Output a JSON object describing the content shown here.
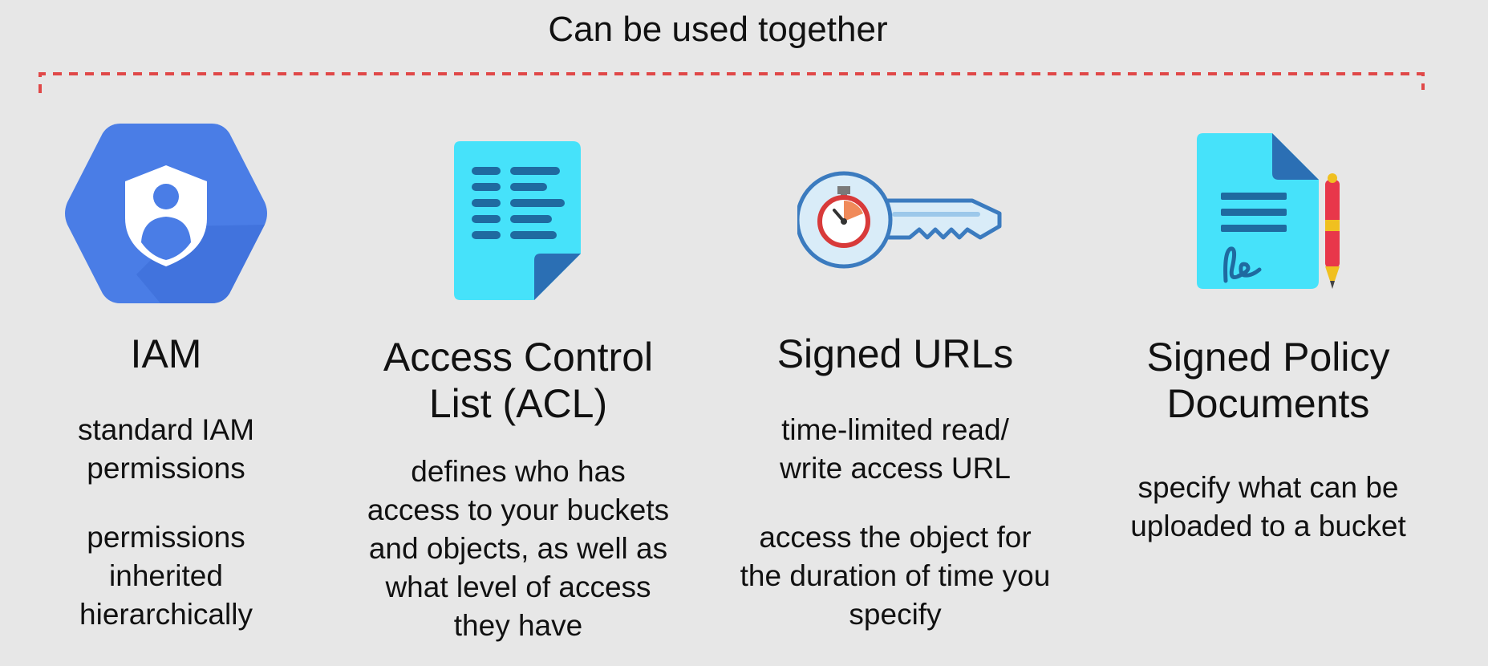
{
  "header": {
    "title": "Can be used together"
  },
  "colors": {
    "bracket": "#e04848",
    "iam_hex": "#4a7de6",
    "doc_cyan": "#46e2fa",
    "doc_dark": "#2b6fb4",
    "pen_red": "#e8374a",
    "pen_yellow": "#f0c020"
  },
  "columns": [
    {
      "icon": "iam-shield-icon",
      "title_lines": [
        "IAM"
      ],
      "desc_blocks": [
        [
          "standard IAM",
          "permissions"
        ],
        [
          "permissions",
          "inherited",
          "hierarchically"
        ]
      ]
    },
    {
      "icon": "document-list-icon",
      "title_lines": [
        "Access Control",
        "List (ACL)"
      ],
      "desc_blocks": [
        [
          "defines who has",
          "access to your buckets",
          "and objects, as well as",
          "what level of access",
          "they have"
        ]
      ]
    },
    {
      "icon": "timed-key-icon",
      "title_lines": [
        "Signed URLs"
      ],
      "desc_blocks": [
        [
          "time-limited read/",
          "write access URL"
        ],
        [
          "access the object for",
          "the duration of time you",
          "specify"
        ]
      ]
    },
    {
      "icon": "signed-document-icon",
      "title_lines": [
        "Signed Policy",
        "Documents"
      ],
      "desc_blocks": [
        [
          "specify what can be",
          "uploaded to a bucket"
        ]
      ]
    }
  ]
}
